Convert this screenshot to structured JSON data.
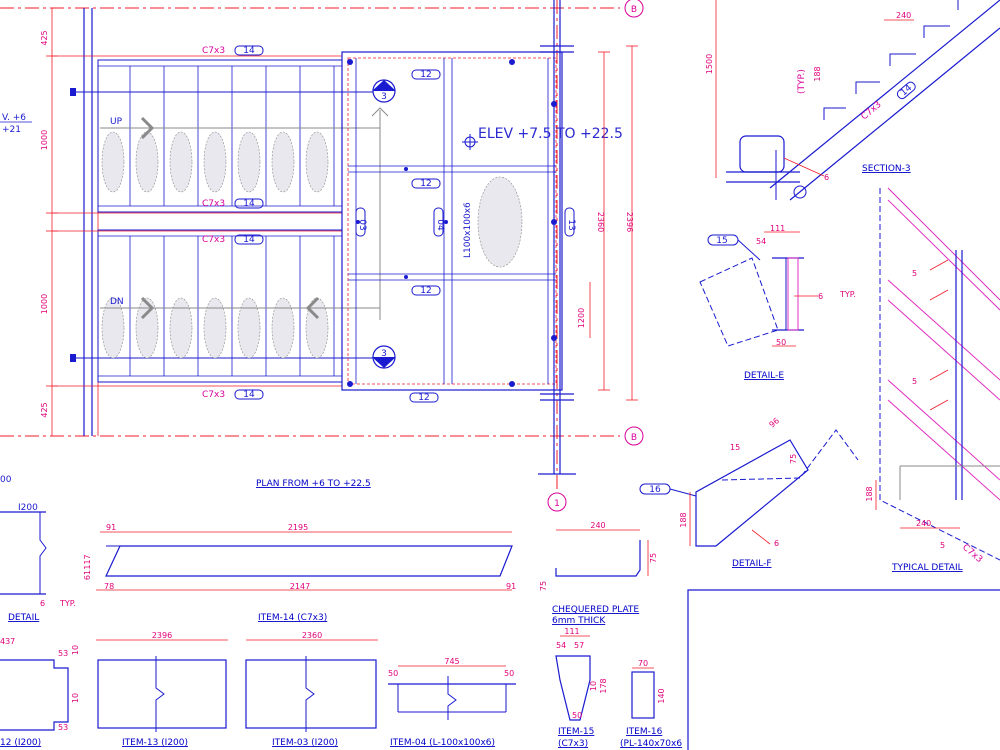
{
  "colors": {
    "blue": "#1a1ad0",
    "red": "#f21c2a",
    "magenta": "#d8009b",
    "grey": "#8a8a8a"
  },
  "plan": {
    "elev_label": "ELEV  +7.5 TO +22.5",
    "left_elev_1": "V. +6",
    "left_elev_2": "+21",
    "up": "UP",
    "dn": "DN",
    "c7x3": "C7x3",
    "tag14": "14",
    "tag12": "12",
    "tag13": "13",
    "tag03": "03",
    "tag04": "04",
    "l_label": "L100x100x6",
    "dim_425a": "425",
    "dim_1000a": "1000",
    "dim_1000b": "1000",
    "dim_425b": "425",
    "dim_2360": "2360",
    "dim_2396": "2396",
    "dim_1200": "1200",
    "grid_b": "B",
    "grid_1": "1",
    "section3": "3",
    "title": "PLAN FROM +6 TO +22.5"
  },
  "section3": {
    "dim_240": "240",
    "dim_1500": "1500",
    "dim_188": "188",
    "typ": "(TYP.)",
    "c7x3": "C7x3",
    "tag14": "14",
    "weld": "6",
    "title": "SECTION-3"
  },
  "detail_e": {
    "tag": "15",
    "dim_111": "111",
    "dim_54": "54",
    "dim_50": "50",
    "typ": "TYP.",
    "weld": "6",
    "title": "DETAIL-E"
  },
  "detail_f": {
    "tag": "16",
    "dim_188": "188",
    "dim_75": "75",
    "dim_15": "15",
    "dim_96": "96",
    "weld": "6",
    "title": "DETAIL-F"
  },
  "typical": {
    "dim_188": "188",
    "dim_240": "240",
    "c7x3": "C7x3",
    "weld": "5",
    "title": "TYPICAL DETAIL"
  },
  "items": {
    "i200_left": "I200",
    "left_detail": "DETAIL",
    "left_typ": "TYP.",
    "left_00": "00",
    "item14_dim_top": "2195",
    "item14_dim_bot": "2147",
    "item14_91": "91",
    "item14_78": "78",
    "item14_117": "117",
    "item14_61": "61",
    "item14_title": "ITEM-14  (C7x3)",
    "plate_240": "240",
    "plate_75a": "75",
    "plate_75b": "75",
    "plate_title1": "CHEQUERED PLATE",
    "plate_title2": "6mm THICK",
    "i12_437": "437",
    "i12_53a": "53",
    "i12_10a": "10",
    "i12_10b": "10",
    "i12_53b": "53",
    "i12_title": "12 (I200)",
    "i13_dim": "2396",
    "i13_title": "ITEM-13 (I200)",
    "i03_dim": "2360",
    "i03_title": "ITEM-03 (I200)",
    "i04_dim": "745",
    "i04_50a": "50",
    "i04_50b": "50",
    "i04_title": "ITEM-04 (L-100x100x6)",
    "i15_111": "111",
    "i15_54": "54",
    "i15_57": "57",
    "i15_10": "10",
    "i15_178": "178",
    "i15_50": "50",
    "i15_title1": "ITEM-15",
    "i15_title2": "(C7x3)",
    "i16_70": "70",
    "i16_140": "140",
    "i16_title1": "ITEM-16",
    "i16_title2": "(PL-140x70x6"
  }
}
